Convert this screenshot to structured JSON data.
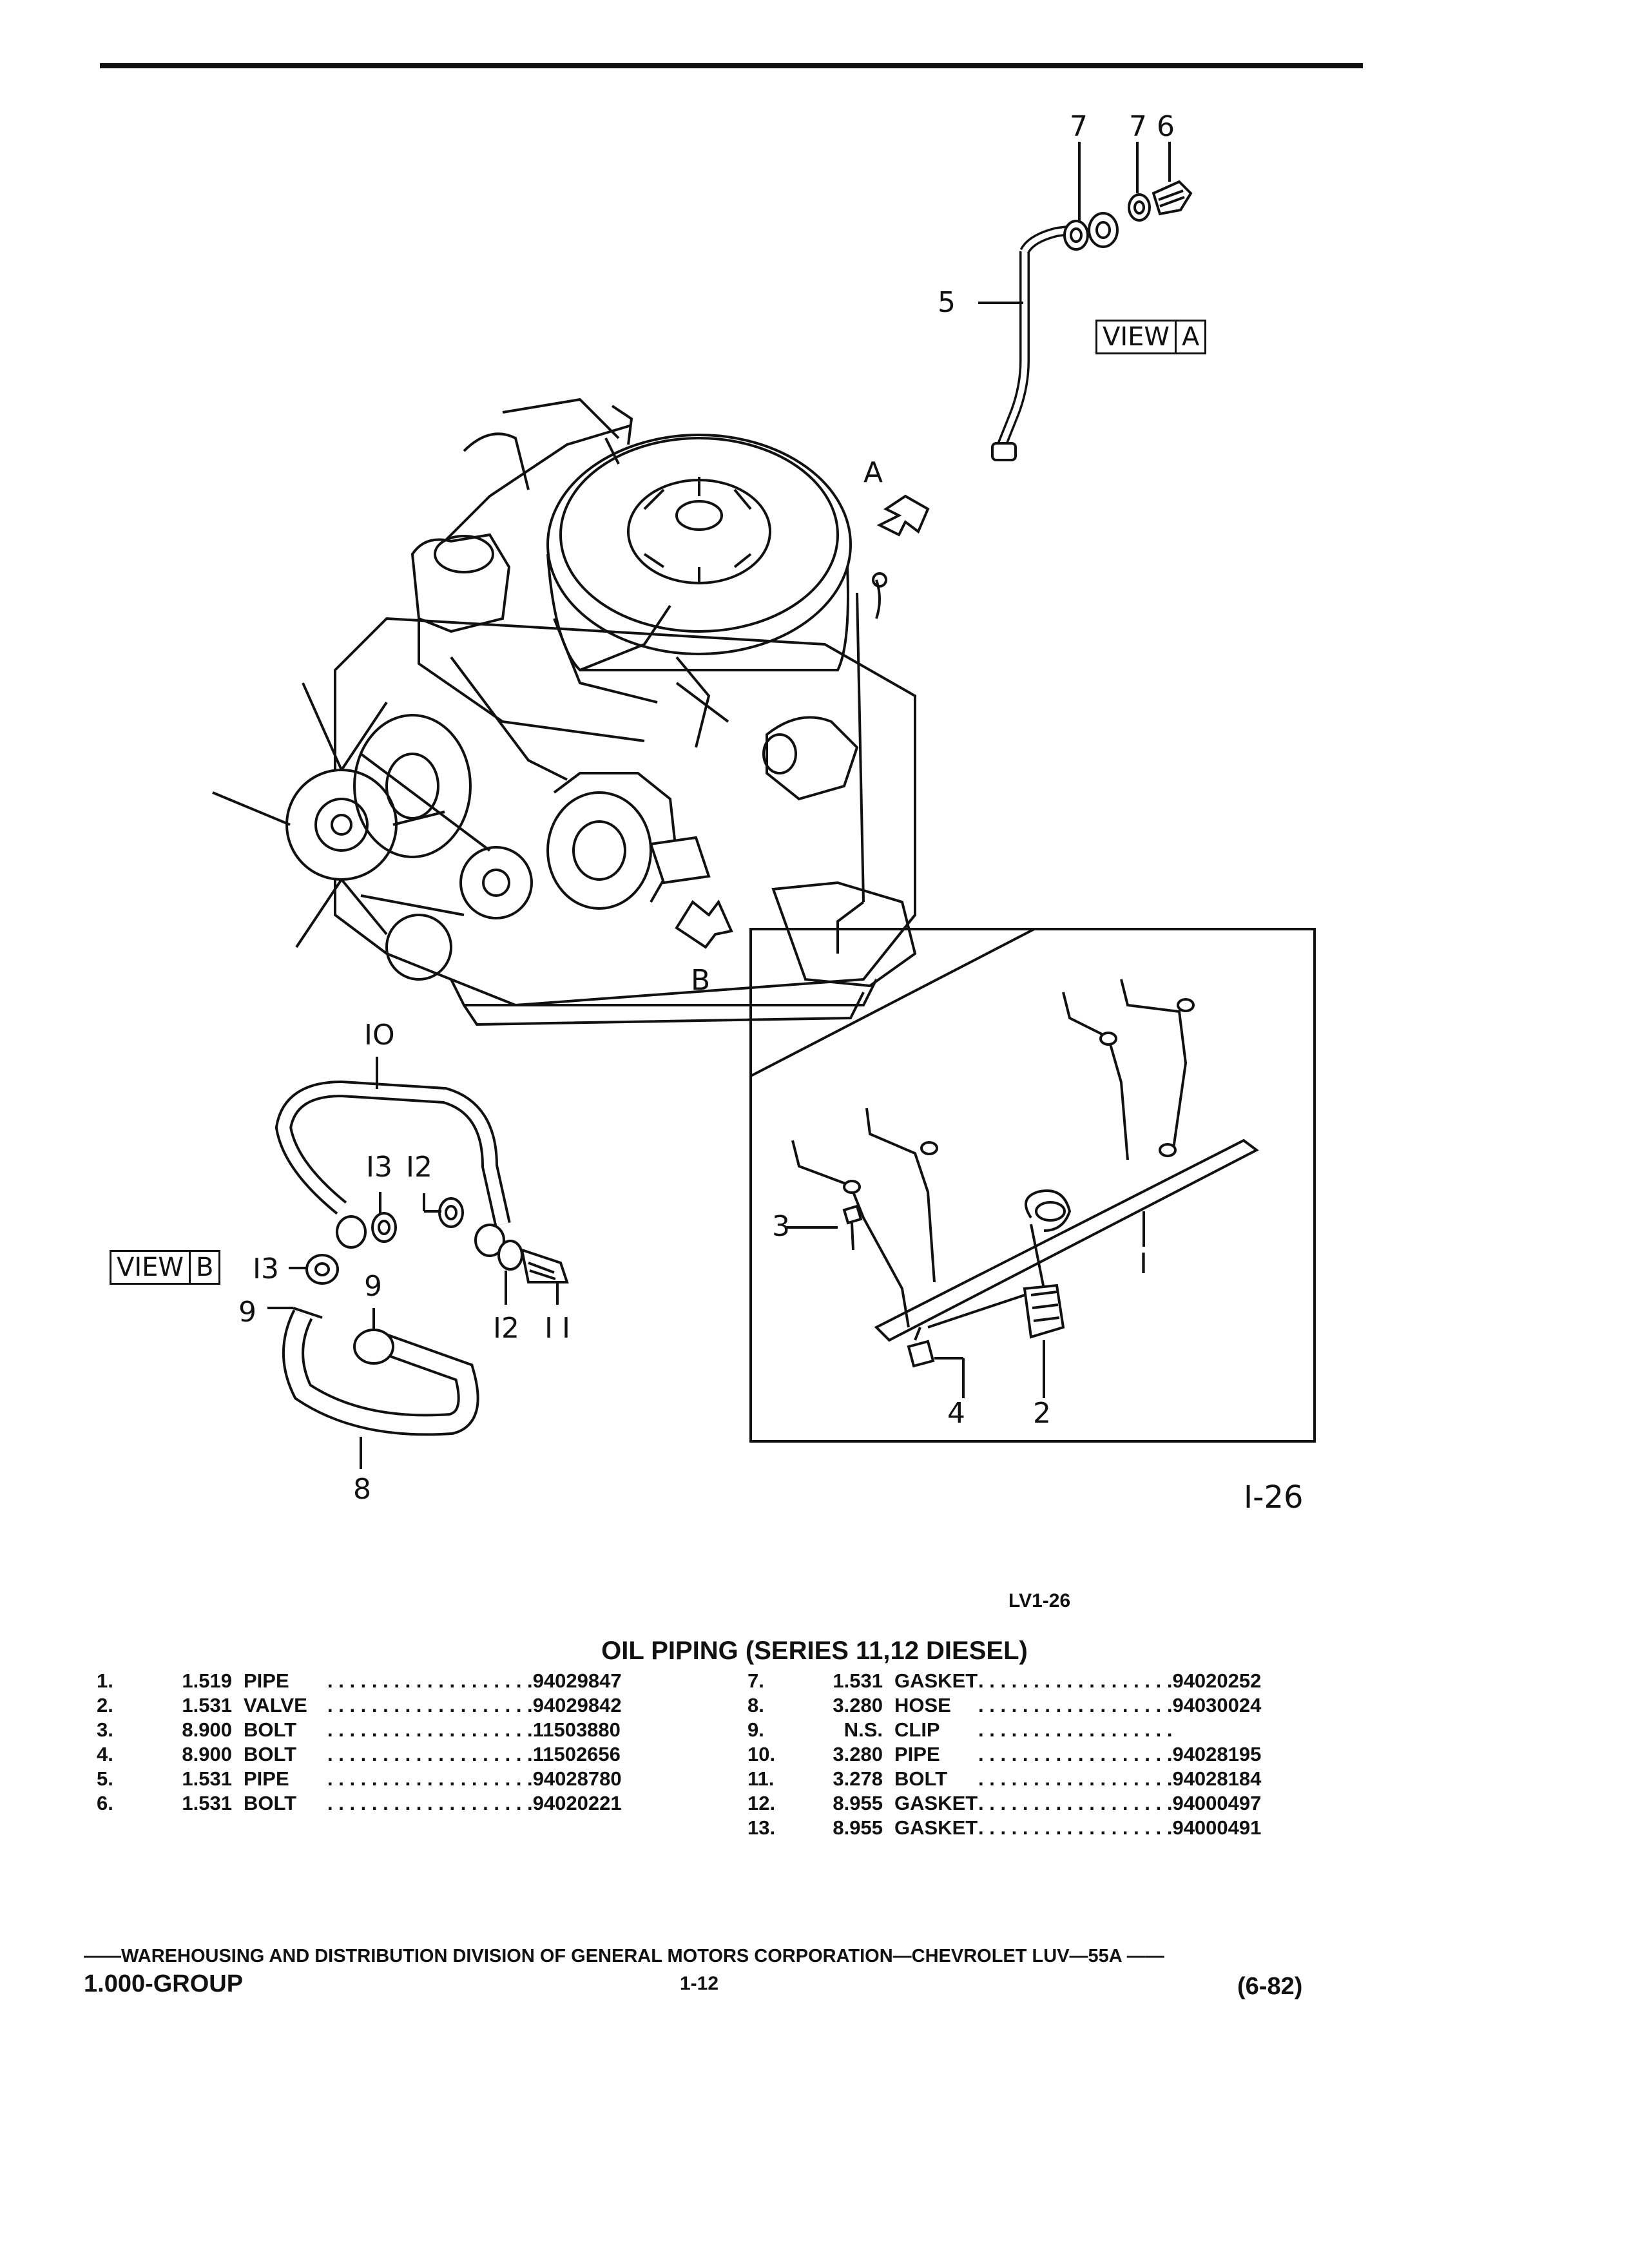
{
  "figure": {
    "callouts": {
      "c7a": "7",
      "c7b": "7",
      "c6": "6",
      "c5": "5",
      "cA": "A",
      "cB": "B",
      "c10": "IO",
      "c13a": "I3",
      "c12a": "I2",
      "c13b": "I3",
      "c9a": "9",
      "c9b": "9",
      "c12b": "I2",
      "c11": "I I",
      "c8": "8",
      "c3": "3",
      "c1": "I",
      "c4": "4",
      "c2": "2"
    },
    "view_a": [
      "VIEW",
      "A"
    ],
    "view_b": [
      "VIEW",
      "B"
    ],
    "figure_number": "I-26",
    "doc_ref": "LV1-26"
  },
  "title": "OIL PIPING (SERIES 11,12 DIESEL)",
  "parts_left": [
    {
      "n": "1.",
      "code": "1.519",
      "desc": "PIPE",
      "part": "94029847"
    },
    {
      "n": "2.",
      "code": "1.531",
      "desc": "VALVE",
      "part": "94029842"
    },
    {
      "n": "3.",
      "code": "8.900",
      "desc": "BOLT",
      "part": "11503880"
    },
    {
      "n": "4.",
      "code": "8.900",
      "desc": "BOLT",
      "part": "11502656"
    },
    {
      "n": "5.",
      "code": "1.531",
      "desc": "PIPE",
      "part": "94028780"
    },
    {
      "n": "6.",
      "code": "1.531",
      "desc": "BOLT",
      "part": "94020221"
    }
  ],
  "parts_right": [
    {
      "n": "7.",
      "code": "1.531",
      "desc": "GASKET",
      "part": "94020252"
    },
    {
      "n": "8.",
      "code": "3.280",
      "desc": "HOSE",
      "part": "94030024"
    },
    {
      "n": "9.",
      "code": "N.S.",
      "desc": "CLIP",
      "part": ""
    },
    {
      "n": "10.",
      "code": "3.280",
      "desc": "PIPE",
      "part": "94028195"
    },
    {
      "n": "11.",
      "code": "3.278",
      "desc": "BOLT",
      "part": "94028184"
    },
    {
      "n": "12.",
      "code": "8.955",
      "desc": "GASKET",
      "part": "94000497"
    },
    {
      "n": "13.",
      "code": "8.955",
      "desc": "GASKET",
      "part": "94000491"
    }
  ],
  "footer": {
    "line": "——WAREHOUSING AND DISTRIBUTION DIVISION OF GENERAL MOTORS CORPORATION—CHEVROLET LUV—55A  ——",
    "left": "1.000-GROUP",
    "center": "1-12",
    "right": "(6-82)"
  }
}
